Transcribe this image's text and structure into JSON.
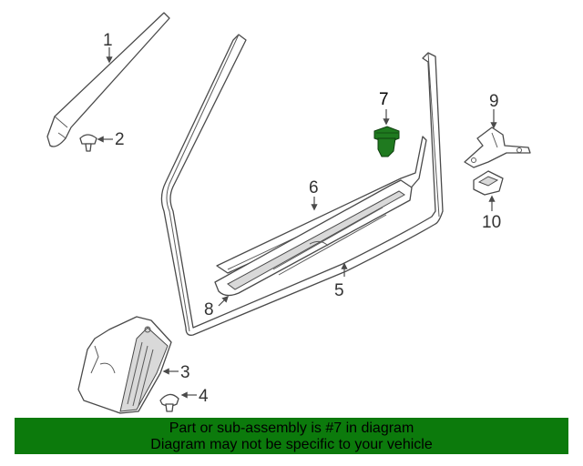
{
  "callouts": {
    "c1": "1",
    "c2": "2",
    "c3": "3",
    "c4": "4",
    "c5": "5",
    "c6": "6",
    "c7": "7",
    "c8": "8",
    "c9": "9",
    "c10": "10"
  },
  "banner": {
    "line1": "Part or sub-assembly is #7 in diagram",
    "line2": "Diagram may not be specific to your vehicle"
  },
  "colors": {
    "banner_bg": "#0c7a0c",
    "highlight_part": "#1f7a1f",
    "line_art": "#4a4a4a"
  }
}
